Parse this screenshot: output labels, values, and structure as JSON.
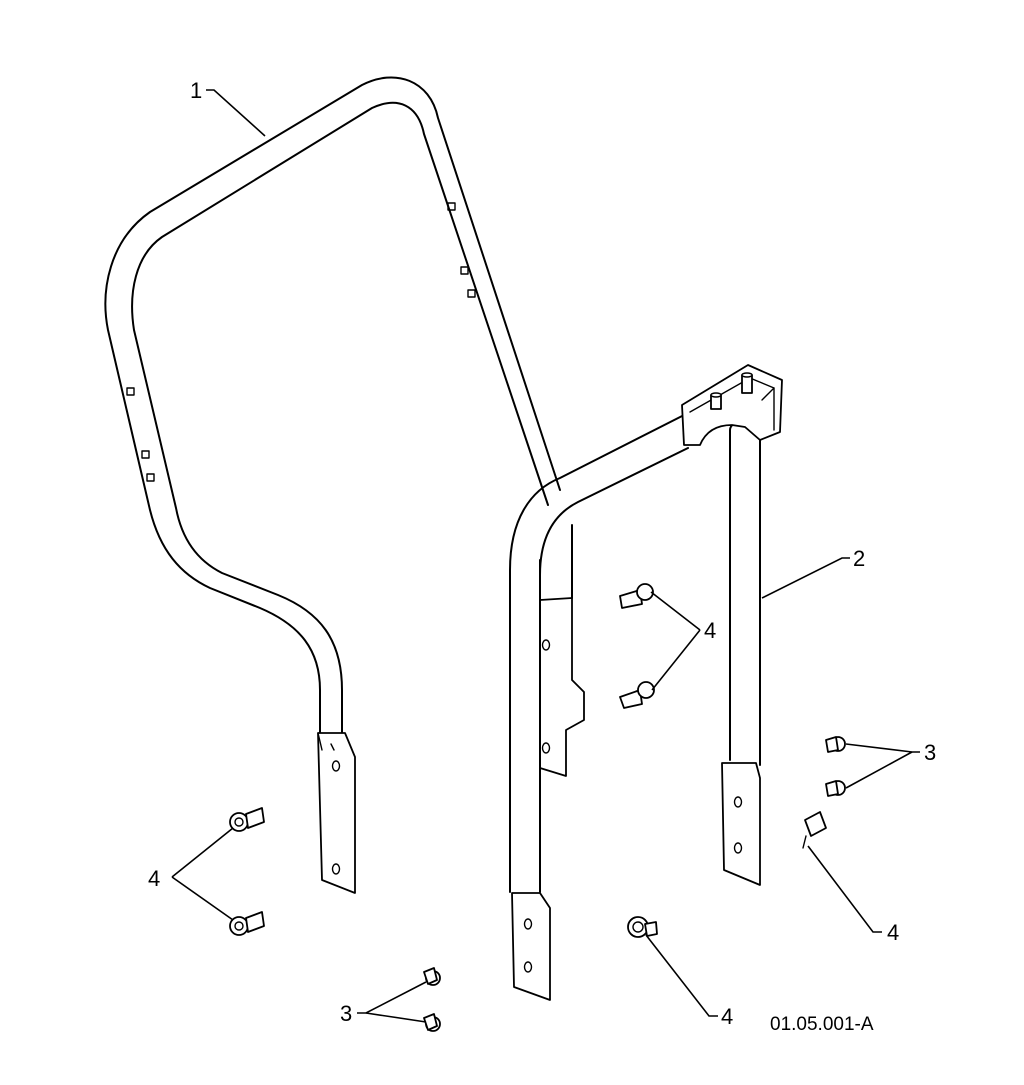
{
  "callouts": {
    "c1": "1",
    "c2": "2",
    "c3_right": "3",
    "c3_bottom": "3",
    "c4_upper": "4",
    "c4_left": "4",
    "c4_right": "4",
    "c4_bottom": "4"
  },
  "figure_ref": "01.05.001-A"
}
